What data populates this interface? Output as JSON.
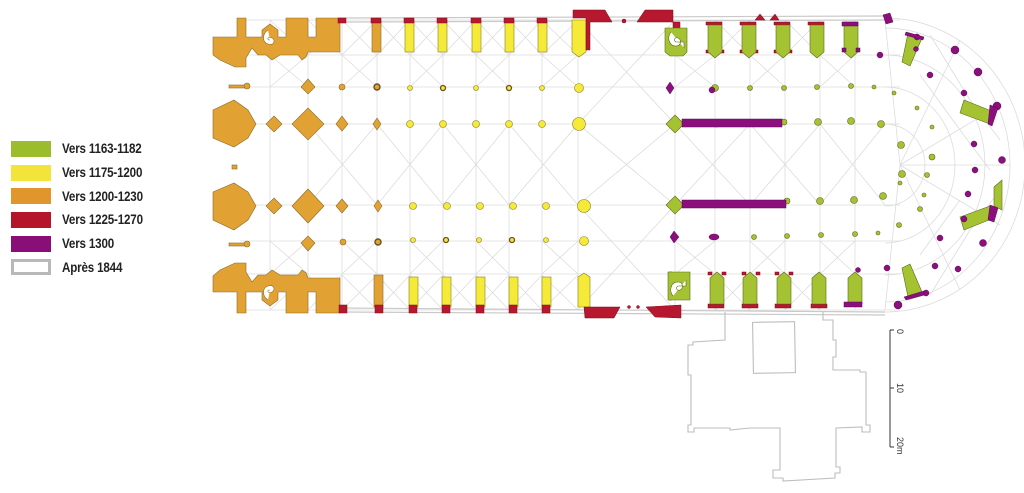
{
  "legend": {
    "items": [
      {
        "label": "Vers 1163-1182",
        "color": "#9bbd2b",
        "style": "fill"
      },
      {
        "label": "Vers 1175-1200",
        "color": "#f2e43a",
        "style": "fill"
      },
      {
        "label": "Vers 1200-1230",
        "color": "#e0962c",
        "style": "fill"
      },
      {
        "label": "Vers 1225-1270",
        "color": "#b5152b",
        "style": "fill"
      },
      {
        "label": "Vers 1300",
        "color": "#8a0e77",
        "style": "fill"
      },
      {
        "label": "Après 1844",
        "color": "#b9b9b9",
        "style": "outline"
      }
    ]
  },
  "scale_bar": {
    "ticks": [
      "0",
      "10",
      "20m"
    ]
  },
  "colors": {
    "phase1": "#a5c232",
    "phase2": "#f5ea38",
    "phase3": "#e0a030",
    "phase4": "#b6182f",
    "phase5": "#8c0f7e",
    "modern": "#c8c8c8",
    "grid": "#dddddd",
    "stroke": "#7a6a3a"
  }
}
